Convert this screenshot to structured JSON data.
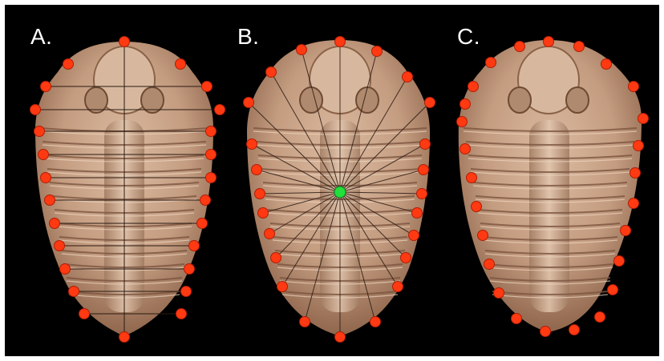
{
  "panels": [
    {
      "label": "A."
    },
    {
      "label": "B."
    },
    {
      "label": "C."
    }
  ],
  "colors": {
    "background": "#000000",
    "fossil_base": "#c9a488",
    "fossil_shadow": "#8a6248",
    "landmark": "#ff3a12",
    "center_landmark": "#22e03a",
    "grid_line": "#2a1a12"
  }
}
